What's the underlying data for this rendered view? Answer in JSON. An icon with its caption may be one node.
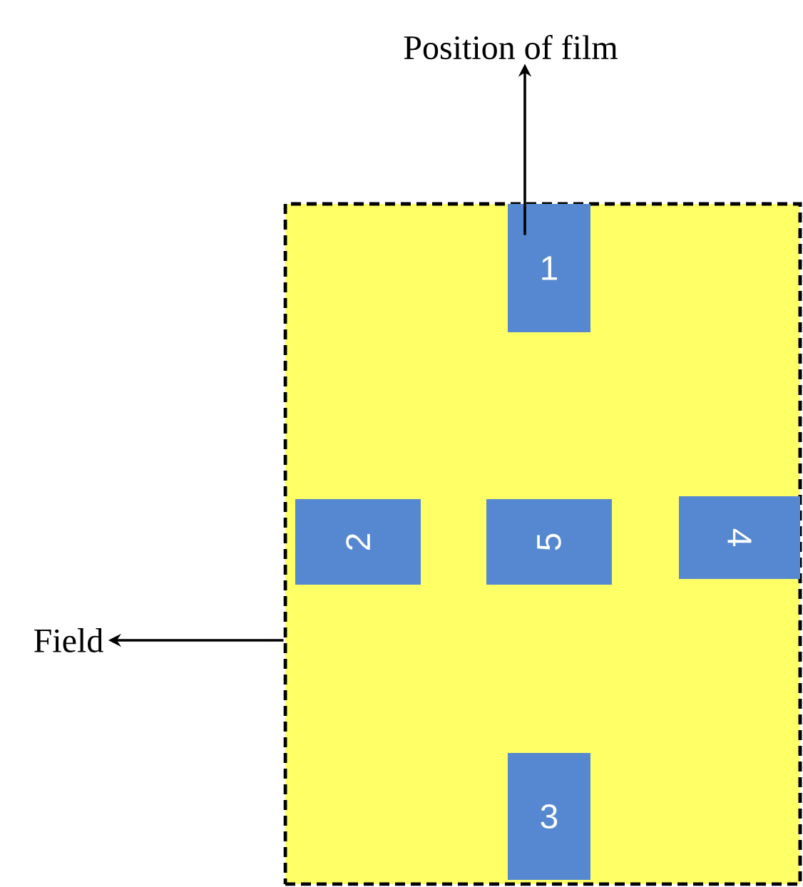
{
  "diagram": {
    "nodes": [
      {
        "text": [
          "Position of film"
        ]
      },
      {
        "text": [],
        "shape": "box"
      },
      {
        "text": [
          "1"
        ],
        "in": 1
      },
      {
        "text": [
          "2"
        ],
        "in": 1
      },
      {
        "text": [
          "5"
        ],
        "in": 1
      },
      {
        "text": [
          "4"
        ],
        "in": 1
      },
      {
        "text": [
          "3"
        ],
        "in": 1
      },
      {
        "text": [
          "Field"
        ]
      }
    ],
    "edges": [
      {
        "from": 2,
        "to": 0,
        "arrow": "to"
      },
      {
        "from": 1,
        "to": 7,
        "arrow": "to"
      }
    ]
  }
}
